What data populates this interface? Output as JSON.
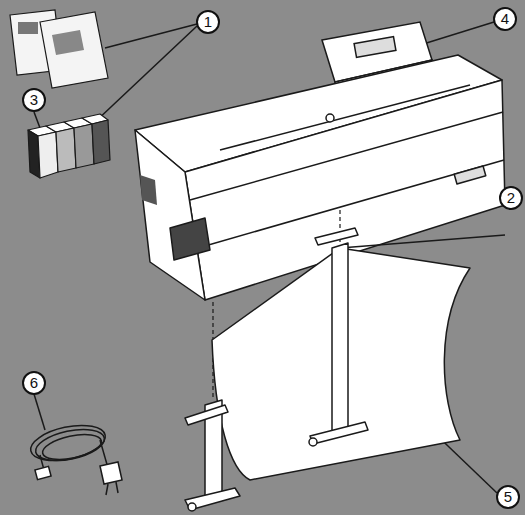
{
  "diagram": {
    "labels": [
      "1",
      "4",
      "3",
      "2",
      "6",
      "5"
    ]
  }
}
